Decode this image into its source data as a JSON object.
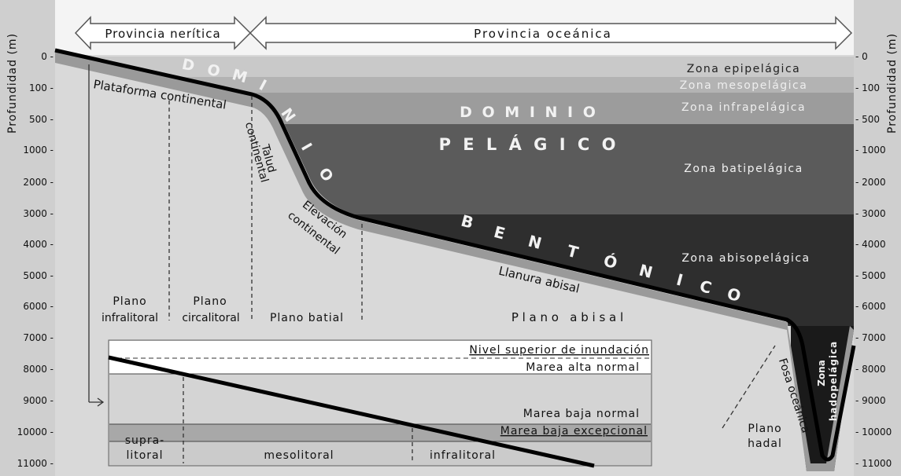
{
  "top": {
    "neritic": "Provincia nerítica",
    "oceanic": "Provincia oceánica"
  },
  "axis": {
    "label": "Profundidad (m)",
    "ticks": [
      "0",
      "100",
      "500",
      "1000",
      "2000",
      "3000",
      "4000",
      "5000",
      "6000",
      "7000",
      "8000",
      "9000",
      "10000",
      "11000"
    ]
  },
  "zones": {
    "epipelagic": "Zona epipelágica",
    "mesopelagic": "Zona mesopelágica",
    "infrapelagic": "Zona infrapelágica",
    "batipelagic": "Zona batipelágica",
    "abisopelagic": "Zona abisopelágica",
    "hadopelagic_1": "Zona",
    "hadopelagic_2": "hadopelágica"
  },
  "domains": {
    "pelagic_1": "D O M I N I O",
    "pelagic_2": "P E L Á G I C O",
    "benthic_dominio": [
      "D",
      "O",
      "M",
      "I",
      "N",
      "I",
      "O"
    ],
    "benthic_bentonico": [
      "B",
      "E",
      "N",
      "T",
      "Ó",
      "N",
      "I",
      "C",
      "O"
    ]
  },
  "relief": {
    "shelf": "Plataforma continental",
    "slope_1": "Talud",
    "slope_2": "continental",
    "rise_1": "Elevación",
    "rise_2": "continental",
    "plain": "Llanura abisal",
    "trench": "Fosa oceánica"
  },
  "planes": {
    "infra_1": "Plano",
    "infra_2": "infralitoral",
    "circa_1": "Plano",
    "circa_2": "circalitoral",
    "batial": "Plano batial",
    "abisal": "P l a n o   a b i s a l",
    "hadal_1": "Plano",
    "hadal_2": "hadal"
  },
  "inset": {
    "level_top": "Nivel superior de inundación",
    "high_tide": "Marea alta normal",
    "low_tide": "Marea baja normal",
    "low_tide_exc": "Marea baja excepcional",
    "supra_1": "supra-",
    "supra_2": "litoral",
    "meso": "mesolitoral",
    "infra": "infralitoral"
  },
  "colors": {
    "bg": "#d9d9d9",
    "epi": "#c9c9c9",
    "meso": "#b3b3b3",
    "infra": "#9c9c9c",
    "bati": "#5b5b5b",
    "abiso": "#2e2e2e",
    "hado": "#1a1a1a",
    "seabed": "#9a9a9a"
  }
}
